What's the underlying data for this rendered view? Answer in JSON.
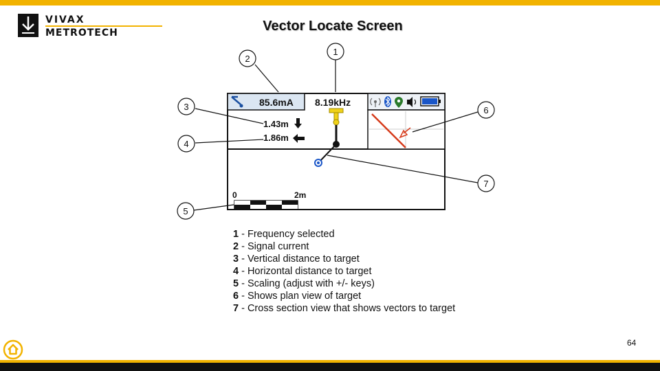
{
  "slide": {
    "title": "Vector Locate Screen",
    "page_number": "64"
  },
  "brand": {
    "line1": "VIVAX",
    "line2": "METROTECH",
    "accent_color": "#f2b300"
  },
  "screen": {
    "signal_current": "85.6mA",
    "frequency": "8.19kHz",
    "vertical_distance": "1.43m",
    "horizontal_distance": "1.86m",
    "scale_start": "0",
    "scale_end": "2m"
  },
  "callouts": [
    "1",
    "2",
    "3",
    "4",
    "5",
    "6",
    "7"
  ],
  "legend": [
    {
      "num": "1",
      "text": " - Frequency selected"
    },
    {
      "num": "2",
      "text": " - Signal current"
    },
    {
      "num": "3",
      "text": " - Vertical distance to target"
    },
    {
      "num": "4",
      "text": " - Horizontal distance to target"
    },
    {
      "num": "5",
      "text": " - Scaling (adjust with +/- keys)"
    },
    {
      "num": "6",
      "text": " - Shows plan view of target"
    },
    {
      "num": "7",
      "text": " - Cross section view that shows vectors to target"
    }
  ],
  "icons": {
    "home": "home-icon",
    "antenna": "antenna-icon",
    "bluetooth": "bluetooth-icon",
    "gps": "gps-pin-icon",
    "speaker": "speaker-icon",
    "battery": "battery-icon"
  }
}
